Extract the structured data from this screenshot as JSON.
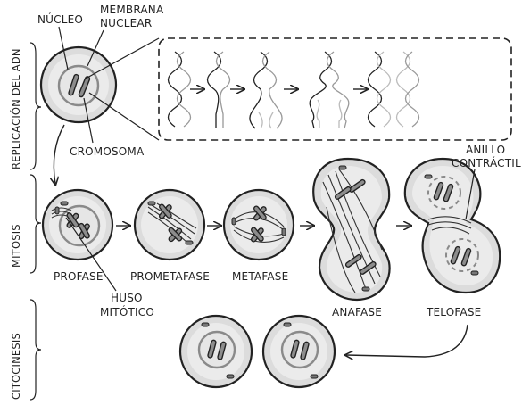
{
  "labels": {
    "nucleo": "NÚCLEO",
    "membrana_line1": "MEMBRANA",
    "membrana_line2": "NUCLEAR",
    "cromosoma": "CROMOSOMA",
    "anillo_line1": "ANILLO",
    "anillo_line2": "CONTRÁCTIL",
    "huso_line1": "HUSO",
    "huso_line2": "MITÓTICO"
  },
  "stages": {
    "profase": "PROFASE",
    "prometafase": "PROMETAFASE",
    "metafase": "METAFASE",
    "anafase": "ANAFASE",
    "telofase": "TELOFASE"
  },
  "sections": {
    "replicacion": "REPLICACIÓN DEL ADN",
    "mitosis": "MITOSIS",
    "citocinesis": "CITOCINESIS"
  }
}
